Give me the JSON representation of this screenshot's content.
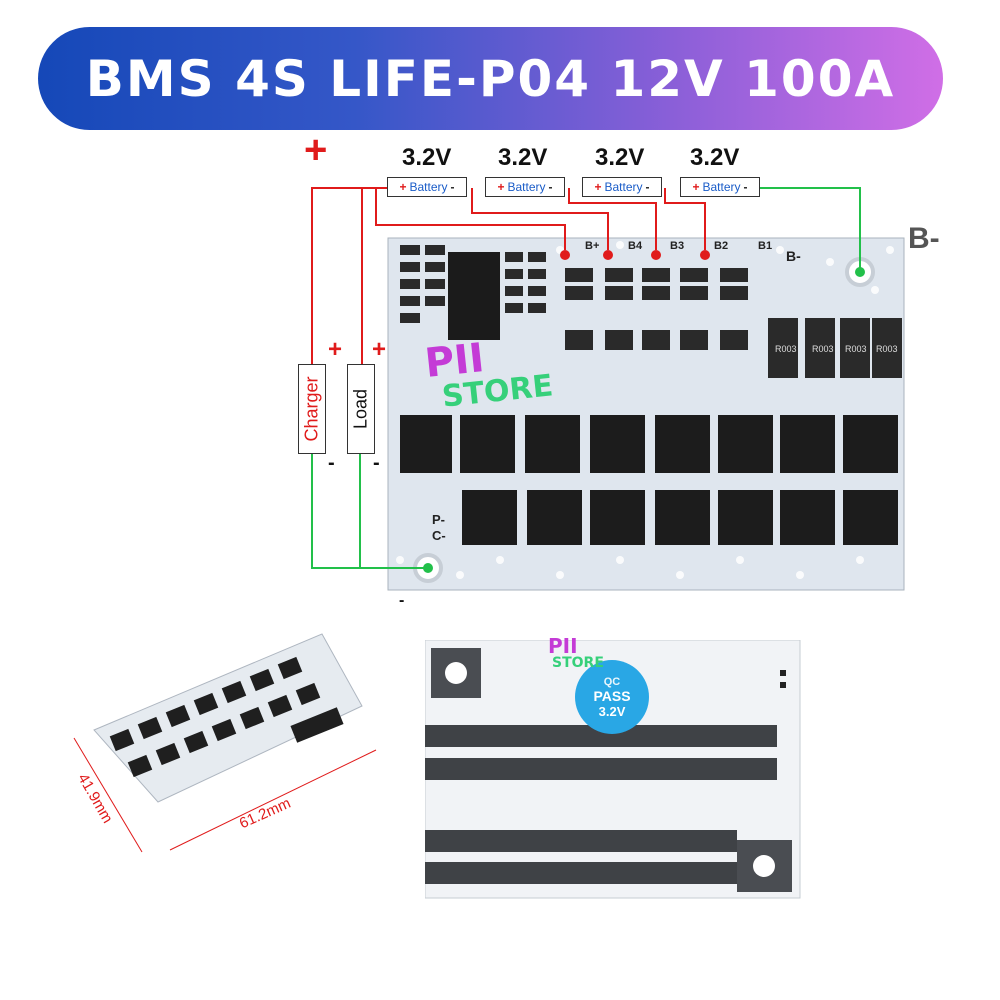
{
  "banner": {
    "title": "BMS 4S LIFE-P04 12V 100A"
  },
  "diagram": {
    "plus": "+",
    "minus": "-",
    "voltages": [
      "3.2V",
      "3.2V",
      "3.2V",
      "3.2V"
    ],
    "battery_label": "Battery",
    "charger_label": "Charger",
    "load_label": "Load",
    "b_minus_big": "B-",
    "pcb_labels": {
      "bplus": "B+",
      "b4": "B4",
      "b3": "B3",
      "b2": "B2",
      "b1": "B1",
      "bminus": "B-",
      "pminus": "P-",
      "cminus": "C-"
    },
    "colors": {
      "positive_wire": "#e01b1b",
      "negative_wire": "#22c04a"
    }
  },
  "watermark": {
    "line1": "PII",
    "line2": "STORE"
  },
  "dimensions": {
    "width": "61.2mm",
    "height": "41.9mm"
  },
  "back_board": {
    "qc_line1": "QC",
    "qc_line2": "PASS",
    "qc_line3": "3.2V"
  }
}
